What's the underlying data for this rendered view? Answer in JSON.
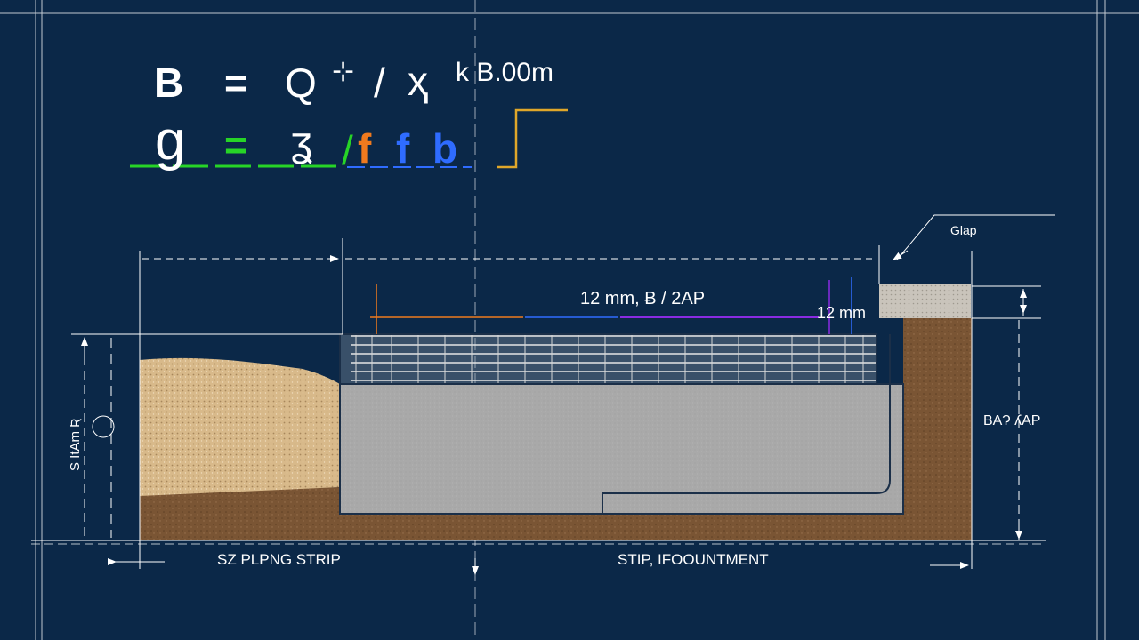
{
  "formula_line_1": {
    "lhs": "B",
    "equals": "=",
    "term_a": "Q",
    "term_b": "⊹",
    "slash": "/",
    "term_c": "ҳ",
    "value": "k B.00m"
  },
  "formula_line_2": {
    "lhs": "g",
    "equals": "=",
    "term_a": "ʓ",
    "slash": "/",
    "term_f": "f",
    "term_fb": "f",
    "term_b": "b"
  },
  "callout_label": "Glap",
  "dim_top_label": "12 mm, Ƀ / 2AP",
  "dim_right_label": "12 mm",
  "left_vertical_label": "S  ItAm  Ʀ",
  "right_vertical_label": "BAɁ  ʎAP",
  "bottom_left_label": "SZ PLPNG STRIP",
  "bottom_right_label": "STIP, IFOOUNTMENT",
  "colors": {
    "background": "#0b2848",
    "line": "#ffffff",
    "sand": "#d8b98a",
    "soil": "#7a5534",
    "concrete": "#a9a9a9",
    "gravel": "#c9c4bb",
    "green": "#27d427",
    "orange": "#f07a1e",
    "blue": "#2f6cff",
    "purple": "#8a2be2",
    "gold": "#e0a72a"
  }
}
